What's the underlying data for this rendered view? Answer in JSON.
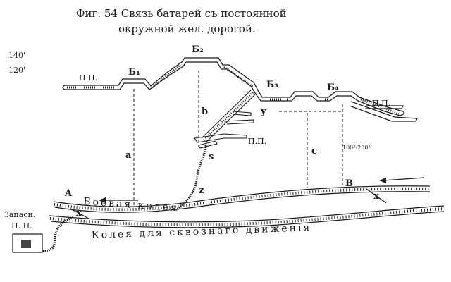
{
  "caption": {
    "line1": "Фиг. 54 Связь батарей съ постоянной",
    "line2": "окружной жел. дорогой."
  },
  "elevations": {
    "upper": "140'",
    "lower": "120'"
  },
  "batteries": {
    "b1": "Б₁",
    "b2": "Б₂",
    "b3": "Б₃",
    "b4": "Б₄"
  },
  "pp_label": "П.П.",
  "reserve": {
    "line1": "Запасн.",
    "line2": "П. П."
  },
  "points": {
    "A": "A",
    "B": "B",
    "s": "s",
    "z": "z",
    "y": "y",
    "x1": "x",
    "x2": "x"
  },
  "distances": {
    "a": "a",
    "b": "b",
    "c": "c"
  },
  "distance_note": "100²-200²",
  "track_labels": {
    "combat": "Боевая  колея",
    "through": "Колея для сквознаго движенія"
  }
}
